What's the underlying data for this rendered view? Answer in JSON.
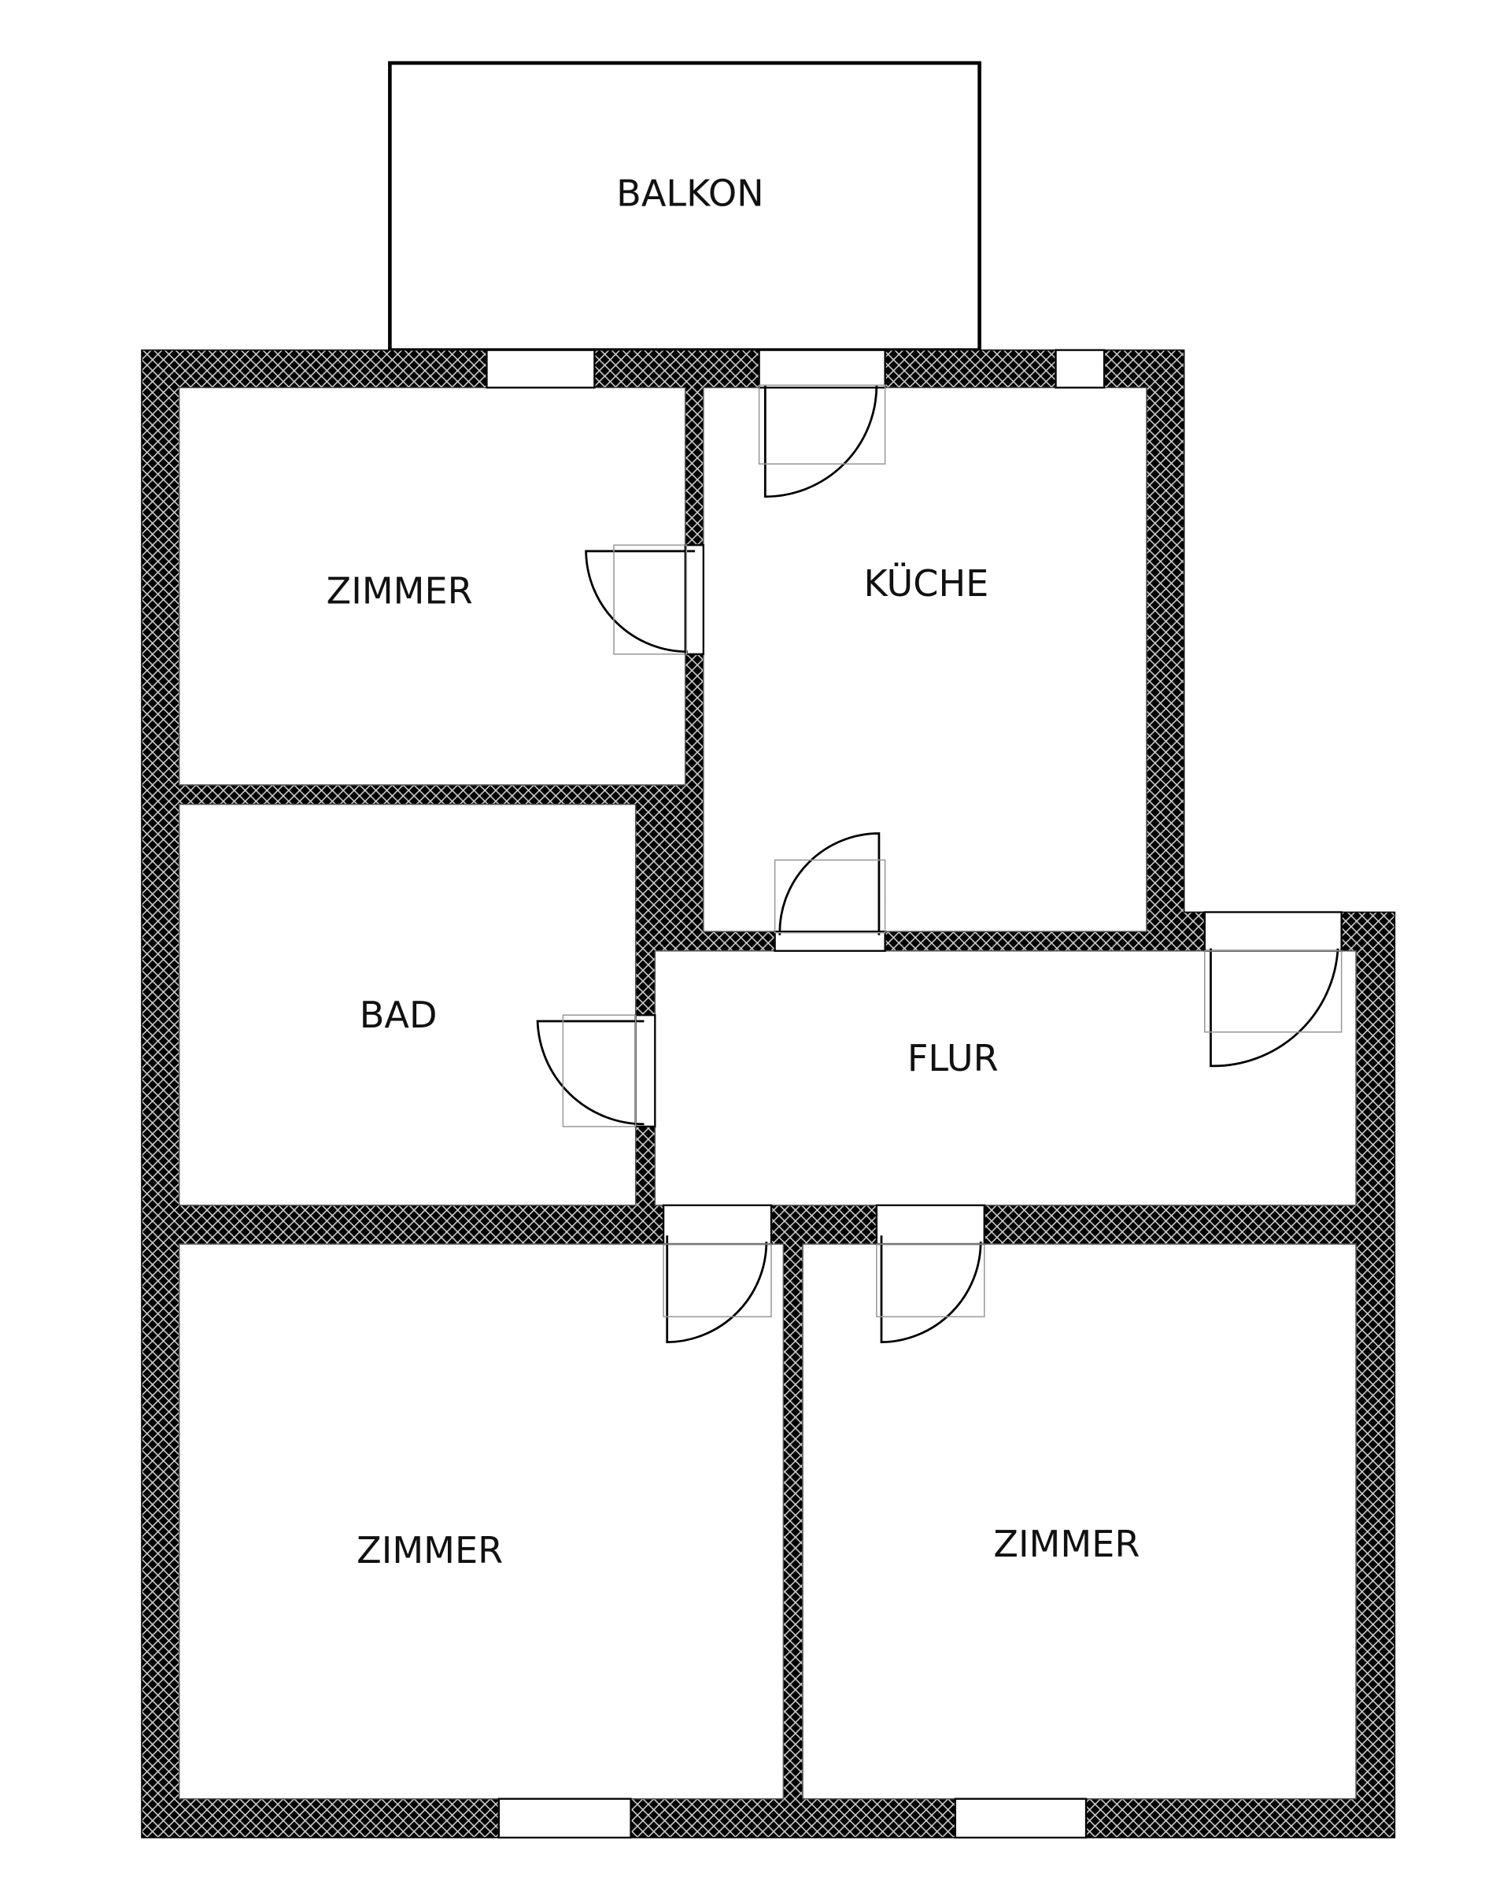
{
  "rooms": {
    "balkon": "BALKON",
    "zimmer_top": "ZIMMER",
    "kueche": "KÜCHE",
    "bad": "BAD",
    "flur": "FLUR",
    "zimmer_bottom_left": "ZIMMER",
    "zimmer_bottom_right": "ZIMMER"
  }
}
